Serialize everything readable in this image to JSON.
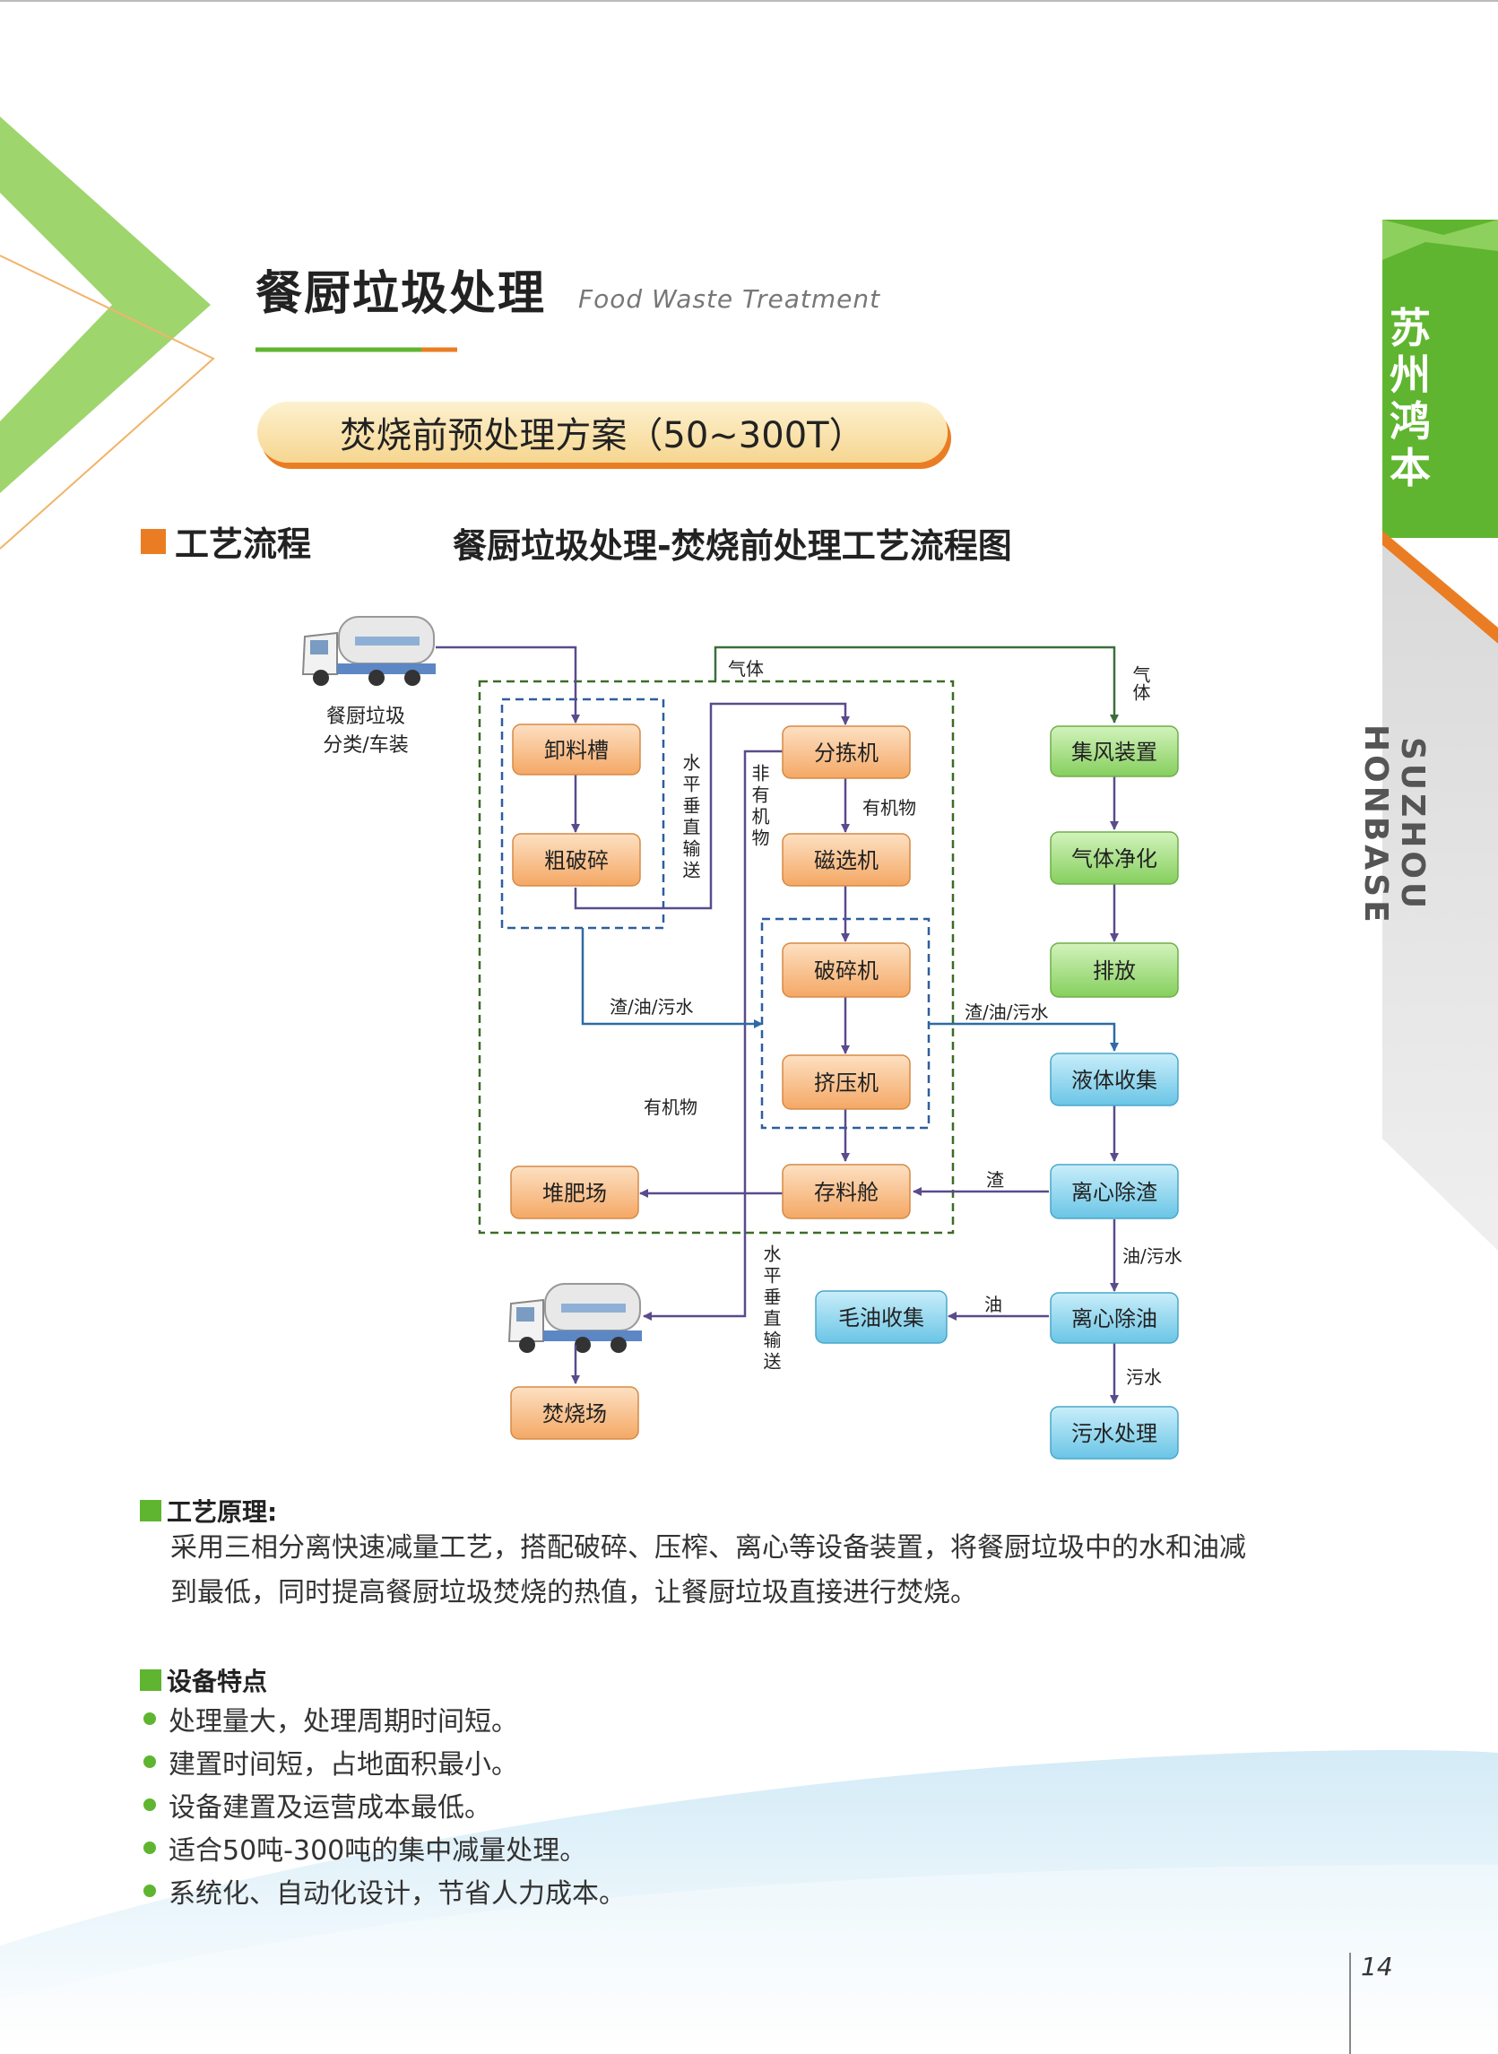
{
  "header": {
    "title_cn": "餐厨垃圾处理",
    "title_en": "Food Waste Treatment",
    "pill_text": "焚烧前预处理方案（50~300T）",
    "section_process": "工艺流程",
    "diagram_title": "餐厨垃圾处理-焚烧前处理工艺流程图"
  },
  "side": {
    "brand_cn": "苏州鸿本",
    "brand_en": "SUZHOU HONBASE"
  },
  "colors": {
    "green": "#5fb52f",
    "orange": "#ea7d23",
    "node_orange": "#f7b77c",
    "node_green": "#8fd66a",
    "node_blue": "#7fd0ec",
    "arrow": "#5a4b8c"
  },
  "diagram": {
    "truck_label_1": "餐厨垃圾",
    "truck_label_2": "分类/车装",
    "nodes": {
      "unload": "卸料槽",
      "coarse": "粗破碎",
      "sorter": "分拣机",
      "magnet": "磁选机",
      "crusher": "破碎机",
      "press": "挤压机",
      "storage": "存料舱",
      "compost": "堆肥场",
      "incin": "焚烧场",
      "airCollect": "集风装置",
      "gasPurify": "气体净化",
      "emit": "排放",
      "liquid": "液体收集",
      "centSlag": "离心除渣",
      "centOil": "离心除油",
      "crudeOil": "毛油收集",
      "sewage": "污水处理"
    },
    "labels": {
      "gas": "气体",
      "gas_v": "气体",
      "conveyor1": "水平垂直输送",
      "non_organic": "非有机物",
      "organic1": "有机物",
      "slag_oil_water_1": "渣/油/污水",
      "slag_oil_water_2": "渣/油/污水",
      "organic2": "有机物",
      "slag": "渣",
      "oil_water": "油/污水",
      "oil": "油",
      "waste_water": "污水",
      "conveyor2": "水平垂直输送"
    }
  },
  "principle": {
    "heading": "工艺原理:",
    "line1": "采用三相分离快速减量工艺，搭配破碎、压榨、离心等设备装置，将餐厨垃圾中的水和油减",
    "line2": "到最低，同时提高餐厨垃圾焚烧的热值，让餐厨垃圾直接进行焚烧。"
  },
  "features": {
    "heading": "设备特点",
    "items": [
      "处理量大，处理周期时间短。",
      "建置时间短，占地面积最小。",
      "设备建置及运营成本最低。",
      "适合50吨-300吨的集中减量处理。",
      "系统化、自动化设计，节省人力成本。"
    ]
  },
  "page_number": "14"
}
